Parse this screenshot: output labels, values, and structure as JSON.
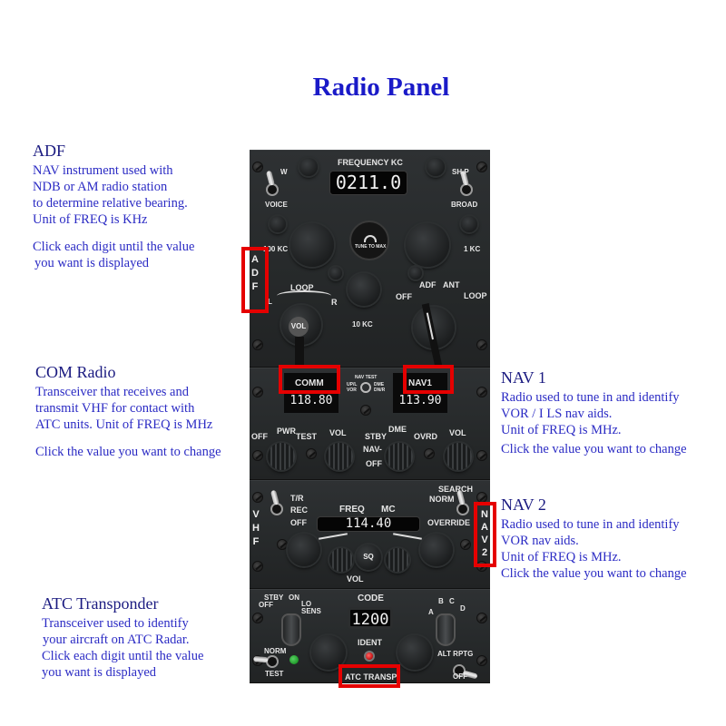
{
  "page": {
    "title": "Radio Panel"
  },
  "colors": {
    "title": "#1a1ac8",
    "description_text": "#2b2bc4",
    "heading_text": "#1a1a80",
    "highlight_box": "#e50000",
    "panel_background": "#1b1d1e",
    "display_text": "#f2f2f2",
    "ident_led": "#cc1a1a",
    "status_led": "#1f9a2a"
  },
  "descriptions": {
    "adf": {
      "heading": "ADF",
      "lines": [
        "NAV instrument used with",
        "NDB or AM radio station",
        "to determine relative bearing.",
        "Unit of FREQ is KHz"
      ],
      "instruction": [
        "Click each digit until the value",
        "you want is displayed"
      ]
    },
    "com": {
      "heading": "COM Radio",
      "lines": [
        "Transceiver that receives and",
        "transmit VHF for contact with",
        "ATC units. Unit of FREQ is MHz"
      ],
      "instruction": [
        "Click the value you want to change"
      ]
    },
    "nav1": {
      "heading": "NAV 1",
      "lines": [
        "Radio used to tune in and identify",
        "VOR / I LS nav aids.",
        "Unit of FREQ is MHz."
      ],
      "instruction": [
        "Click the value you want to change"
      ]
    },
    "nav2": {
      "heading": "NAV 2",
      "lines": [
        "Radio used to tune in and identify",
        "VOR nav aids.",
        "Unit of FREQ is MHz."
      ],
      "instruction": [
        "Click the value you want to change"
      ]
    },
    "atc": {
      "heading": "ATC Transponder",
      "lines": [
        "Transceiver used to identify",
        "your aircraft on ATC Radar."
      ],
      "instruction": [
        "Click each digit until the value",
        "you want is displayed"
      ]
    }
  },
  "adf_unit": {
    "freq_label": "FREQUENCY  KC",
    "frequency": "0211.0",
    "left_toggle_top": "W",
    "left_toggle_bottom": "VOICE",
    "right_toggle_top": "SH  P",
    "right_toggle_bottom": "BROAD",
    "knob_100kc": "100 KC",
    "knob_1kc": "1 KC",
    "knob_10kc": "10 KC",
    "tune_meter": "TUNE TO MAX",
    "loop_label": "LOOP",
    "loop_left": "L",
    "loop_right": "R",
    "vol_label": "VOL",
    "mode_off": "OFF",
    "mode_adf": "ADF",
    "mode_ant": "ANT",
    "mode_loop": "LOOP",
    "side_label": [
      "A",
      "D",
      "F"
    ]
  },
  "com_nav1_unit": {
    "comm_label": "COMM",
    "comm_frequency": "118.80",
    "nav1_label": "NAV1",
    "nav1_frequency": "113.90",
    "switch_labels": [
      "NAV TEST",
      "UP/L VOR",
      "DME DN/R"
    ],
    "pwr_off": "OFF",
    "pwr": "PWR",
    "pwr_test": "TEST",
    "vol1": "VOL",
    "stby": "STBY",
    "dme": "DME",
    "ovrd": "OVRD",
    "nav_mode": "NAV-",
    "off_mode": "OFF",
    "vol2": "VOL"
  },
  "nav2_unit": {
    "freq_label": "FREQ",
    "mc_label": "MC",
    "frequency": "114.40",
    "tr": "T/R",
    "rec": "REC",
    "off": "OFF",
    "search": "SEARCH",
    "norm": "NORM",
    "override": "OVERRIDE",
    "sq": "SQ",
    "vol": "VOL",
    "side_label_left": [
      "V",
      "H",
      "F"
    ],
    "side_label_right": [
      "N",
      "A",
      "V",
      "2"
    ]
  },
  "atc_unit": {
    "code_label": "CODE",
    "code": "1200",
    "stby": "STBY",
    "off": "OFF",
    "on": "ON",
    "lo_sens": "LO SENS",
    "norm": "NORM",
    "test": "TEST",
    "ident": "IDENT",
    "alt_rptg": "ALT RPTG",
    "alt_off": "OFF",
    "mode_a": "A",
    "mode_b": "B",
    "mode_c": "C",
    "mode_d": "D",
    "name": "ATC TRANSP"
  }
}
